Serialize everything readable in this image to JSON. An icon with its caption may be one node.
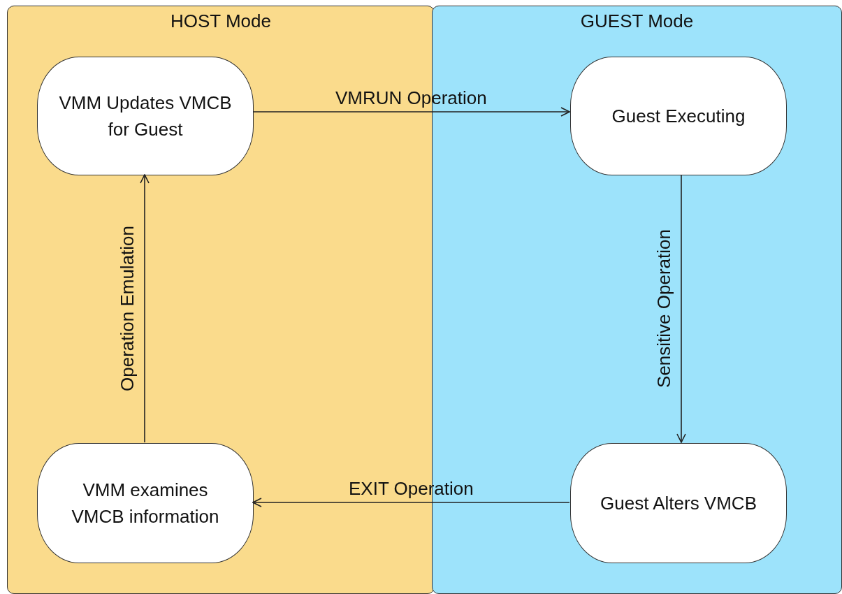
{
  "diagram": {
    "nodes": [
      {
        "text": [
          "HOST Mode"
        ]
      },
      {
        "text": [
          "GUEST Mode"
        ]
      },
      {
        "text": [
          "VMM Updates VMCB for Guest"
        ],
        "in": 0
      },
      {
        "text": [
          "Guest Executing"
        ],
        "in": 1
      },
      {
        "text": [
          "VMM examines VMCB information"
        ],
        "in": 0
      },
      {
        "text": [
          "Guest Alters VMCB"
        ],
        "in": 1
      }
    ],
    "edges": [
      {
        "from": 2,
        "to": 3,
        "arrow": "to",
        "label": "VMRUN Operation"
      },
      {
        "from": 3,
        "to": 5,
        "arrow": "to",
        "label": "Sensitive Operation"
      },
      {
        "from": 5,
        "to": 4,
        "arrow": "to",
        "label": "EXIT Operation"
      },
      {
        "from": 4,
        "to": 2,
        "arrow": "to",
        "label": "Operation Emulation"
      }
    ]
  }
}
